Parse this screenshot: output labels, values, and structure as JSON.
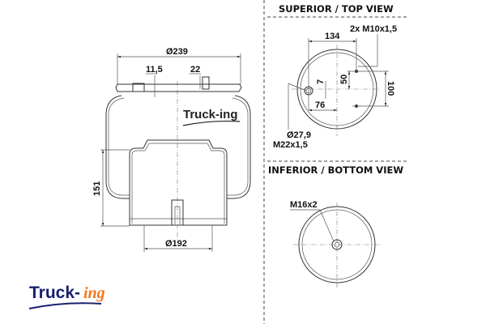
{
  "side_view": {
    "dim_outer_diameter": "Ø239",
    "dim_offset_left": "11,5",
    "dim_offset_right": "22",
    "dim_height": "151",
    "dim_piston_diameter": "Ø192",
    "watermark_logo": "Truck-ing"
  },
  "top_view": {
    "title": "SUPERIOR / TOP VIEW",
    "dim_bolt_spacing": "134",
    "bolt_label": "2x M10x1,5",
    "dim_7": "7",
    "dim_50": "50",
    "dim_100": "100",
    "dim_76": "76",
    "port_diameter": "Ø27,9",
    "port_thread": "M22x1,5"
  },
  "bottom_view": {
    "title": "INFERIOR / BOTTOM VIEW",
    "thread_label": "M16x2"
  },
  "logo": {
    "main": "Truck-",
    "script": "ing",
    "main_color": "#1a1f6e",
    "script_color": "#f07820"
  }
}
